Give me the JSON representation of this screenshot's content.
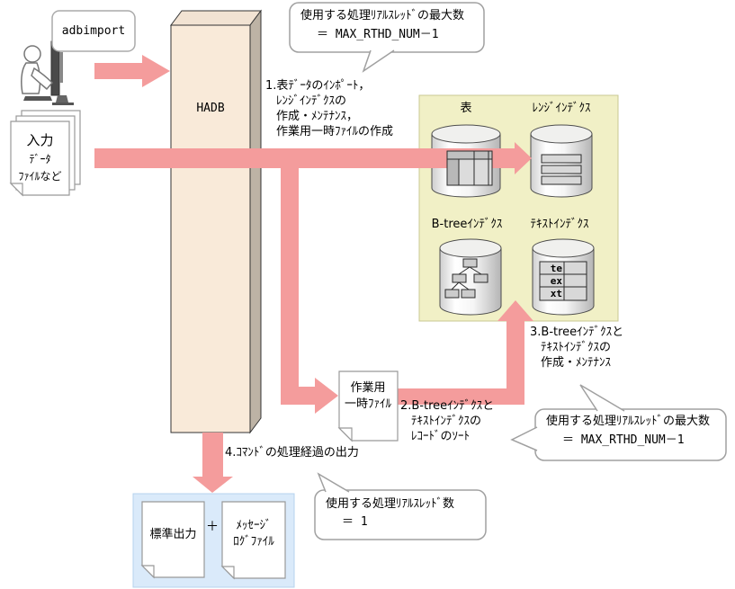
{
  "actor": {
    "command_label": "adbimport"
  },
  "server": {
    "label": "HADB"
  },
  "input_files": {
    "line1": "入力",
    "line2": "ﾃﾞｰﾀ",
    "line3": "ﾌｧｲﾙなど"
  },
  "callout_top": {
    "line1": "使用する処理ﾘｱﾙｽﾚｯﾄﾞの最大数",
    "line2": "＝ MAX_RTHD_NUM－1"
  },
  "callout_right": {
    "line1": "使用する処理ﾘｱﾙｽﾚｯﾄﾞの最大数",
    "line2": "＝ MAX_RTHD_NUM－1"
  },
  "callout_bottom": {
    "line1": "使用する処理ﾘｱﾙｽﾚｯﾄﾞ数",
    "line2": "＝ 1"
  },
  "step1": {
    "line1": "1.表ﾃﾞｰﾀのｲﾝﾎﾟｰﾄ，",
    "line2": "ﾚﾝｼﾞｲﾝﾃﾞｸｽの",
    "line3": "作成・ﾒﾝﾃﾅﾝｽ，",
    "line4": "作業用一時ﾌｧｲﾙの作成"
  },
  "step2": {
    "line1": "2.B-treeｲﾝﾃﾞｸｽと",
    "line2": "ﾃｷｽﾄｲﾝﾃﾞｸｽの",
    "line3": "ﾚｺｰﾄﾞのｿｰﾄ"
  },
  "step3": {
    "line1": "3.B-treeｲﾝﾃﾞｸｽと",
    "line2": "ﾃｷｽﾄｲﾝﾃﾞｸｽの",
    "line3": "作成・ﾒﾝﾃﾅﾝｽ"
  },
  "step4": {
    "text": "4.ｺﾏﾝﾄﾞの処理経過の出力"
  },
  "storage": {
    "table_label": "表",
    "range_index_label": "ﾚﾝｼﾞｲﾝﾃﾞｸｽ",
    "btree_index_label": "B-treeｲﾝﾃﾞｸｽ",
    "text_index_label": "ﾃｷｽﾄｲﾝﾃﾞｸｽ",
    "text_index_rows": [
      "te",
      "ex",
      "xt"
    ]
  },
  "work_file": {
    "line1": "作業用",
    "line2": "一時ﾌｧｲﾙ"
  },
  "output_panel": {
    "stdout_label": "標準出力",
    "plus": "＋",
    "log_line1": "ﾒｯｾｰｼﾞ",
    "log_line2": "ﾛｸﾞﾌｧｲﾙ"
  },
  "colors": {
    "arrow": "#f49c9c",
    "panel_yellow": "#f1f0c6",
    "panel_blue": "#daeafa",
    "server_front": "#f9ead9",
    "server_side": "#bdb3a5"
  }
}
